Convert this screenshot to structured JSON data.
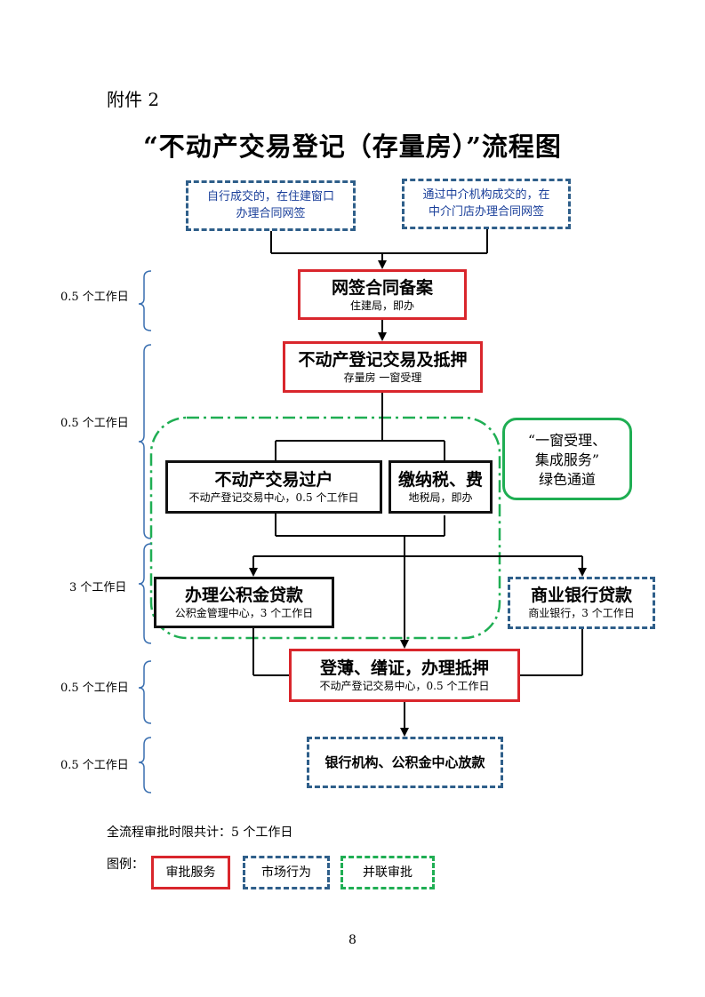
{
  "header": {
    "attachment": "附件 2",
    "title": "“不动产交易登记（存量房）”流程图"
  },
  "start_boxes": {
    "self": {
      "line1": "自行成交的，在住建窗口",
      "line2": "办理合同网签"
    },
    "agency": {
      "line1": "通过中介机构成交的，在",
      "line2": "中介门店办理合同网签"
    }
  },
  "steps": {
    "filing": {
      "main": "网签合同备案",
      "sub": "住建局，即办"
    },
    "registration": {
      "main": "不动产登记交易及抵押",
      "sub": "存量房  一窗受理"
    },
    "transfer": {
      "main": "不动产交易过户",
      "sub": "不动产登记交易中心，0.5 个工作日"
    },
    "tax": {
      "main": "缴纳税、费",
      "sub": "地税局，即办"
    },
    "fund_loan": {
      "main": "办理公积金贷款",
      "sub": "公积金管理中心，3 个工作日"
    },
    "bank_loan": {
      "main": "商业银行贷款",
      "sub": "商业银行，3 个工作日"
    },
    "certificate": {
      "main": "登薄、缮证，办理抵押",
      "sub": "不动产登记交易中心，0.5 个工作日"
    },
    "release": {
      "main": "银行机构、公积金中心放款"
    }
  },
  "green_note": {
    "line1": "“一窗受理、",
    "line2": "集成服务”",
    "line3": "绿色通道"
  },
  "durations": [
    "0.5 个工作日",
    "0.5 个工作日",
    "3 个工作日",
    "0.5 个工作日",
    "0.5 个工作日"
  ],
  "summary": "全流程审批时限共计：5 个工作日",
  "legend": {
    "label": "图例：",
    "approval": "审批服务",
    "market": "市场行为",
    "parallel": "并联审批"
  },
  "page_number": "8",
  "colors": {
    "red": "#d9262c",
    "blue": "#2f5f8a",
    "green": "#1fae53",
    "note_text": "#1a3f9a"
  }
}
